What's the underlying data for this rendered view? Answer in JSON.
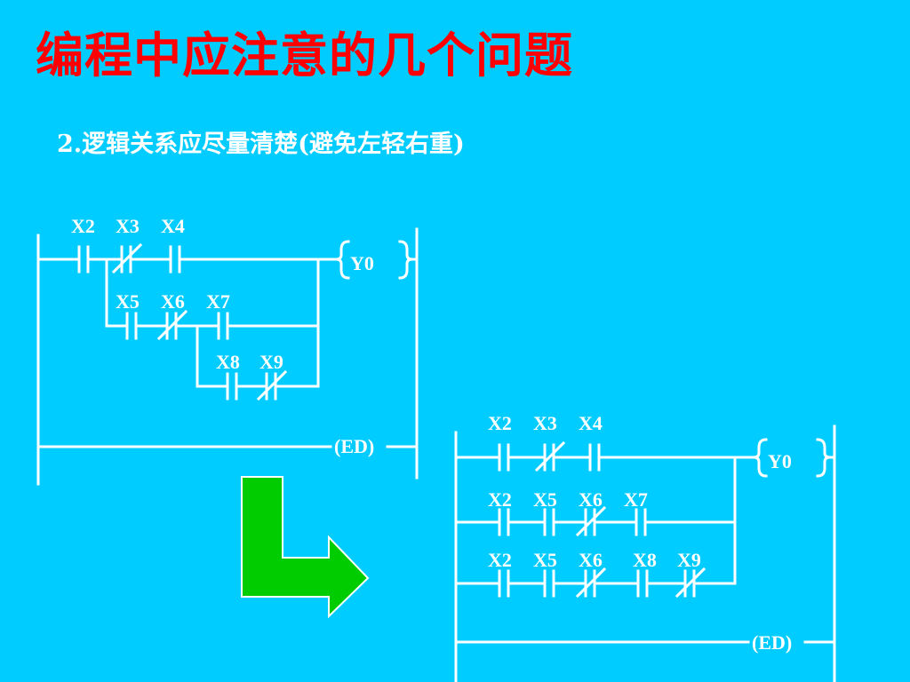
{
  "title": "编程中应注意的几个问题",
  "subtitle": "2.逻辑关系应尽量清楚(避免左轻右重)",
  "diagram_before": {
    "row1_contacts": [
      "X2",
      "X3",
      "X4"
    ],
    "row2_contacts": [
      "X5",
      "X6",
      "X7"
    ],
    "row3_contacts": [
      "X8",
      "X9"
    ],
    "coil": "Y0",
    "end": "(ED)"
  },
  "diagram_after": {
    "row1_contacts": [
      "X2",
      "X3",
      "X4"
    ],
    "row2_contacts": [
      "X2",
      "X5",
      "X6",
      "X7"
    ],
    "row3_contacts": [
      "X2",
      "X5",
      "X6",
      "X8",
      "X9"
    ],
    "coil": "Y0",
    "end": "(ED)"
  },
  "colors": {
    "background": "#00ccff",
    "title": "#ff0000",
    "lines": "#ffffff",
    "arrow_fill": "#00cc00"
  }
}
